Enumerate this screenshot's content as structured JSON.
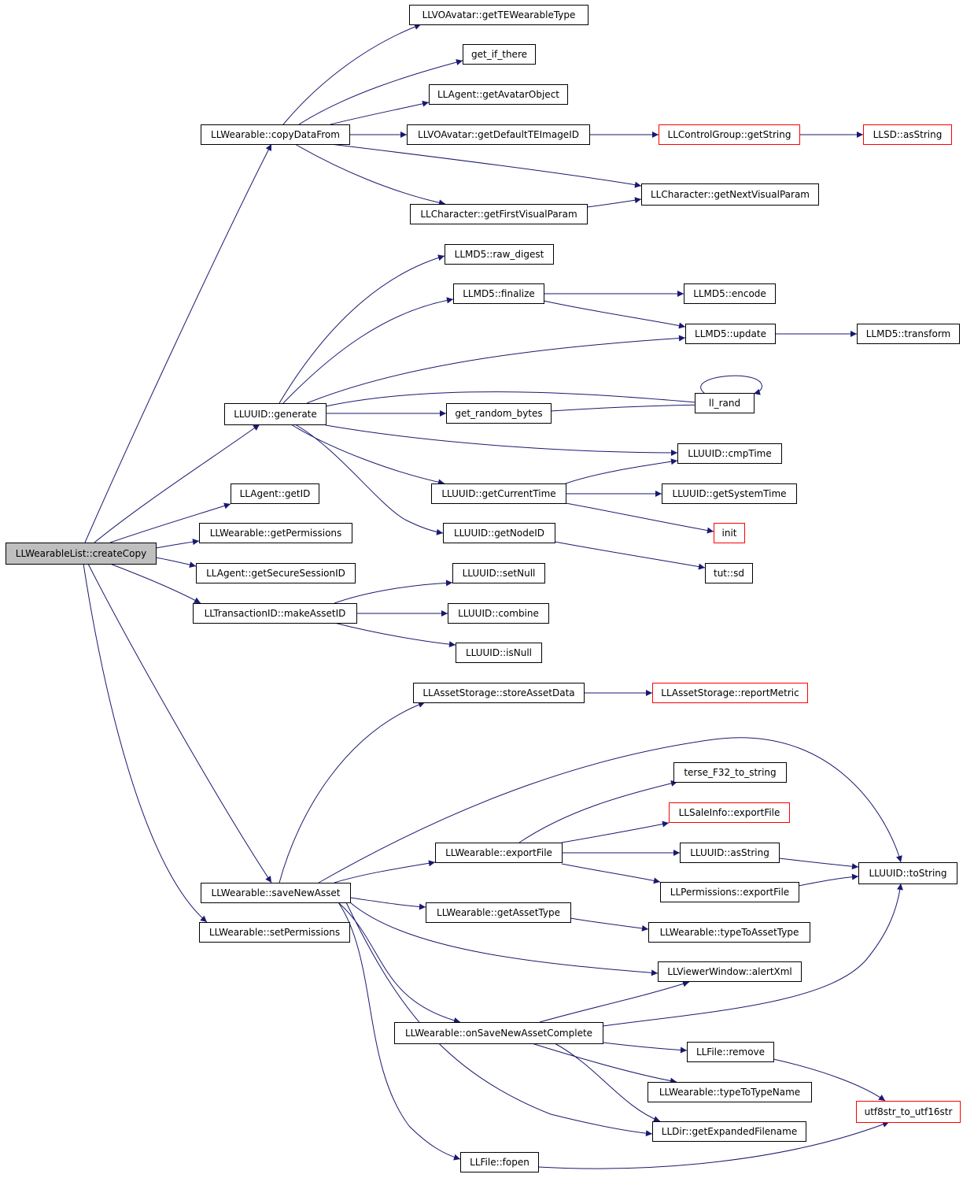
{
  "graph": {
    "root": "LLWearableList::createCopy",
    "edge_color": "#191970",
    "external_border_color": "#ff0000",
    "root_fill": "#bfbfbf",
    "nodes": [
      {
        "id": "n0",
        "label": "LLWearableList::createCopy",
        "style": "root"
      },
      {
        "id": "n1",
        "label": "LLWearable::copyDataFrom"
      },
      {
        "id": "n2",
        "label": "LLVOAvatar::getTEWearableType"
      },
      {
        "id": "n3",
        "label": "get_if_there"
      },
      {
        "id": "n4",
        "label": "LLAgent::getAvatarObject"
      },
      {
        "id": "n5",
        "label": "LLVOAvatar::getDefaultTEImageID"
      },
      {
        "id": "n6",
        "label": "LLControlGroup::getString",
        "style": "external"
      },
      {
        "id": "n7",
        "label": "LLSD::asString",
        "style": "external"
      },
      {
        "id": "n8",
        "label": "LLCharacter::getNextVisualParam"
      },
      {
        "id": "n9",
        "label": "LLCharacter::getFirstVisualParam"
      },
      {
        "id": "n10",
        "label": "LLMD5::raw_digest"
      },
      {
        "id": "n11",
        "label": "LLMD5::finalize"
      },
      {
        "id": "n12",
        "label": "LLMD5::encode"
      },
      {
        "id": "n13",
        "label": "LLMD5::update"
      },
      {
        "id": "n14",
        "label": "LLMD5::transform"
      },
      {
        "id": "n15",
        "label": "LLUUID::generate"
      },
      {
        "id": "n16",
        "label": "ll_rand"
      },
      {
        "id": "n17",
        "label": "get_random_bytes"
      },
      {
        "id": "n18",
        "label": "LLUUID::cmpTime"
      },
      {
        "id": "n19",
        "label": "LLUUID::getCurrentTime"
      },
      {
        "id": "n20",
        "label": "LLUUID::getSystemTime"
      },
      {
        "id": "n21",
        "label": "LLAgent::getID"
      },
      {
        "id": "n22",
        "label": "init",
        "style": "external"
      },
      {
        "id": "n23",
        "label": "LLWearable::getPermissions"
      },
      {
        "id": "n24",
        "label": "LLUUID::getNodeID"
      },
      {
        "id": "n25",
        "label": "LLAgent::getSecureSessionID"
      },
      {
        "id": "n26",
        "label": "tut::sd"
      },
      {
        "id": "n27",
        "label": "LLUUID::setNull"
      },
      {
        "id": "n28",
        "label": "LLTransactionID::makeAssetID"
      },
      {
        "id": "n29",
        "label": "LLUUID::combine"
      },
      {
        "id": "n30",
        "label": "LLUUID::isNull"
      },
      {
        "id": "n31",
        "label": "LLAssetStorage::storeAssetData"
      },
      {
        "id": "n32",
        "label": "LLAssetStorage::reportMetric",
        "style": "external"
      },
      {
        "id": "n33",
        "label": "terse_F32_to_string"
      },
      {
        "id": "n34",
        "label": "LLSaleInfo::exportFile",
        "style": "external"
      },
      {
        "id": "n35",
        "label": "LLWearable::exportFile"
      },
      {
        "id": "n36",
        "label": "LLUUID::asString"
      },
      {
        "id": "n37",
        "label": "LLUUID::toString"
      },
      {
        "id": "n38",
        "label": "LLWearable::saveNewAsset"
      },
      {
        "id": "n39",
        "label": "LLPermissions::exportFile"
      },
      {
        "id": "n40",
        "label": "LLWearable::getAssetType"
      },
      {
        "id": "n41",
        "label": "LLWearable::setPermissions"
      },
      {
        "id": "n42",
        "label": "LLWearable::typeToAssetType"
      },
      {
        "id": "n43",
        "label": "LLViewerWindow::alertXml"
      },
      {
        "id": "n44",
        "label": "LLWearable::onSaveNewAssetComplete"
      },
      {
        "id": "n45",
        "label": "LLFile::remove"
      },
      {
        "id": "n46",
        "label": "LLWearable::typeToTypeName"
      },
      {
        "id": "n47",
        "label": "utf8str_to_utf16str",
        "style": "external"
      },
      {
        "id": "n48",
        "label": "LLDir::getExpandedFilename"
      },
      {
        "id": "n49",
        "label": "LLFile::fopen"
      }
    ],
    "edges": [
      {
        "from": "n0",
        "to": "n1"
      },
      {
        "from": "n0",
        "to": "n15"
      },
      {
        "from": "n0",
        "to": "n21"
      },
      {
        "from": "n0",
        "to": "n23"
      },
      {
        "from": "n0",
        "to": "n25"
      },
      {
        "from": "n0",
        "to": "n28"
      },
      {
        "from": "n0",
        "to": "n38"
      },
      {
        "from": "n0",
        "to": "n41"
      },
      {
        "from": "n1",
        "to": "n2"
      },
      {
        "from": "n1",
        "to": "n3"
      },
      {
        "from": "n1",
        "to": "n4"
      },
      {
        "from": "n1",
        "to": "n5"
      },
      {
        "from": "n1",
        "to": "n8"
      },
      {
        "from": "n1",
        "to": "n9"
      },
      {
        "from": "n5",
        "to": "n6"
      },
      {
        "from": "n6",
        "to": "n7"
      },
      {
        "from": "n9",
        "to": "n8"
      },
      {
        "from": "n15",
        "to": "n10"
      },
      {
        "from": "n15",
        "to": "n11"
      },
      {
        "from": "n15",
        "to": "n13"
      },
      {
        "from": "n15",
        "to": "n16"
      },
      {
        "from": "n15",
        "to": "n17"
      },
      {
        "from": "n15",
        "to": "n18"
      },
      {
        "from": "n15",
        "to": "n19"
      },
      {
        "from": "n15",
        "to": "n24"
      },
      {
        "from": "n11",
        "to": "n12"
      },
      {
        "from": "n11",
        "to": "n13"
      },
      {
        "from": "n13",
        "to": "n14"
      },
      {
        "from": "n16",
        "to": "n16"
      },
      {
        "from": "n17",
        "to": "n16"
      },
      {
        "from": "n19",
        "to": "n18"
      },
      {
        "from": "n19",
        "to": "n20"
      },
      {
        "from": "n19",
        "to": "n22"
      },
      {
        "from": "n24",
        "to": "n26"
      },
      {
        "from": "n28",
        "to": "n27"
      },
      {
        "from": "n28",
        "to": "n29"
      },
      {
        "from": "n28",
        "to": "n30"
      },
      {
        "from": "n38",
        "to": "n31"
      },
      {
        "from": "n38",
        "to": "n37"
      },
      {
        "from": "n38",
        "to": "n35"
      },
      {
        "from": "n38",
        "to": "n40"
      },
      {
        "from": "n38",
        "to": "n43"
      },
      {
        "from": "n38",
        "to": "n44"
      },
      {
        "from": "n38",
        "to": "n48"
      },
      {
        "from": "n38",
        "to": "n49"
      },
      {
        "from": "n31",
        "to": "n32"
      },
      {
        "from": "n35",
        "to": "n33"
      },
      {
        "from": "n35",
        "to": "n34"
      },
      {
        "from": "n35",
        "to": "n36"
      },
      {
        "from": "n35",
        "to": "n39"
      },
      {
        "from": "n36",
        "to": "n37"
      },
      {
        "from": "n39",
        "to": "n37"
      },
      {
        "from": "n40",
        "to": "n42"
      },
      {
        "from": "n44",
        "to": "n43"
      },
      {
        "from": "n44",
        "to": "n37"
      },
      {
        "from": "n44",
        "to": "n45"
      },
      {
        "from": "n44",
        "to": "n46"
      },
      {
        "from": "n44",
        "to": "n48"
      },
      {
        "from": "n45",
        "to": "n47"
      },
      {
        "from": "n49",
        "to": "n47"
      }
    ]
  }
}
